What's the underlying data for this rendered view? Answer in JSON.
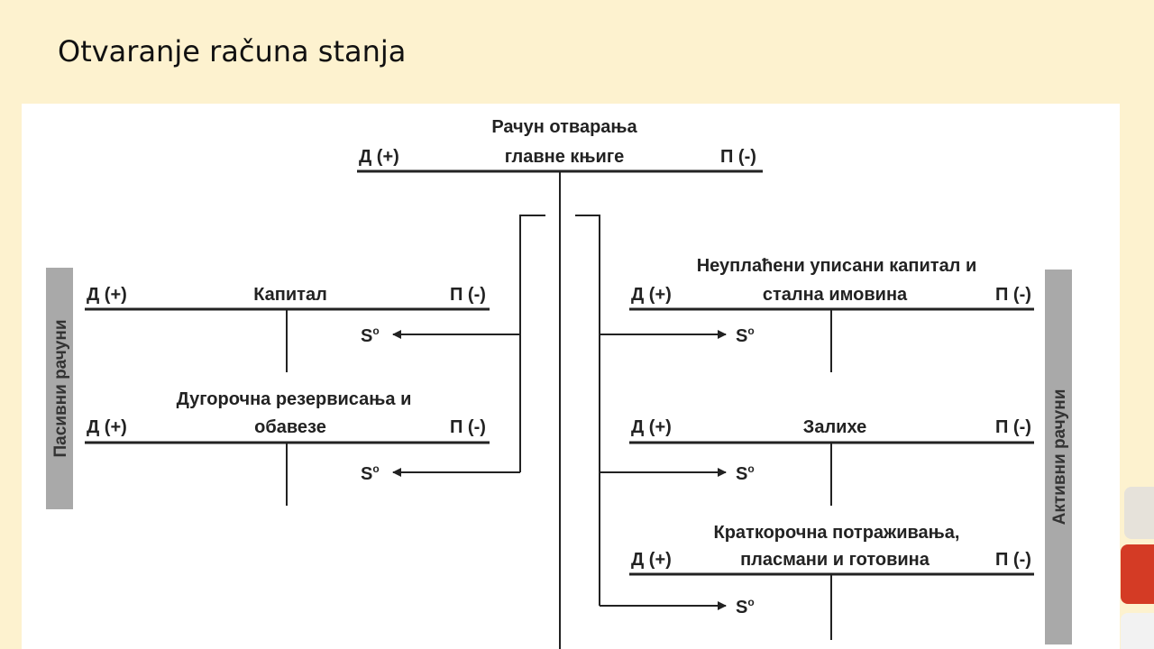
{
  "slide": {
    "title": "Otvaranje računa stanja"
  },
  "diagram": {
    "opening_account": {
      "title_line1": "Рачун отварања",
      "title_line2": "главне књиге",
      "debit": "Д (+)",
      "credit": "П (-)"
    },
    "passive_group_label": "Пасивни рачуни",
    "active_group_label": "Активни рачуни",
    "passive_accounts": [
      {
        "title_line1": "",
        "title_line2": "Капитал",
        "debit": "Д (+)",
        "credit": "П (-)",
        "balance": "S",
        "balance_sup": "o"
      },
      {
        "title_line1": "Дугорочна резервисања и",
        "title_line2": "обавезе",
        "debit": "Д (+)",
        "credit": "П (-)",
        "balance": "S",
        "balance_sup": "o"
      }
    ],
    "active_accounts": [
      {
        "title_line1": "Неуплаћени уписани капитал и",
        "title_line2": "стална имовина",
        "debit": "Д (+)",
        "credit": "П (-)",
        "balance": "S",
        "balance_sup": "o"
      },
      {
        "title_line1": "",
        "title_line2": "Залихе",
        "debit": "Д (+)",
        "credit": "П (-)",
        "balance": "S",
        "balance_sup": "o"
      },
      {
        "title_line1": "Краткорочна потраживања,",
        "title_line2": "пласмани и готовина",
        "debit": "Д (+)",
        "credit": "П (-)",
        "balance": "S",
        "balance_sup": "o"
      }
    ]
  },
  "colors": {
    "background": "#fdf2cf",
    "panel": "#ffffff",
    "line": "#222222",
    "side_bar": "#a9a9a9"
  }
}
